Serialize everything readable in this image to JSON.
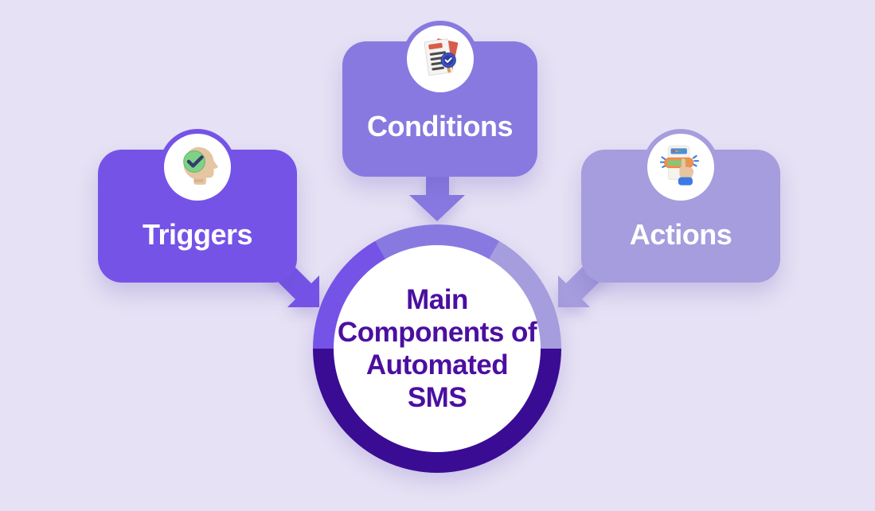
{
  "title": "Main Components of Automated SMS",
  "colors": {
    "background": "#E6E1F4",
    "triggers": "#7553E7",
    "conditions": "#8879E1",
    "actions": "#A59DDD",
    "ring_dark": "#3A0C94",
    "center_text": "#4B0FA0",
    "label_text": "#FFFFFF"
  },
  "center": {
    "lines": [
      "Main",
      "Components of",
      "Automated",
      "SMS"
    ]
  },
  "nodes": [
    {
      "label": "Triggers",
      "icon": "head-check-icon"
    },
    {
      "label": "Conditions",
      "icon": "document-check-icon"
    },
    {
      "label": "Actions",
      "icon": "button-press-icon"
    }
  ]
}
